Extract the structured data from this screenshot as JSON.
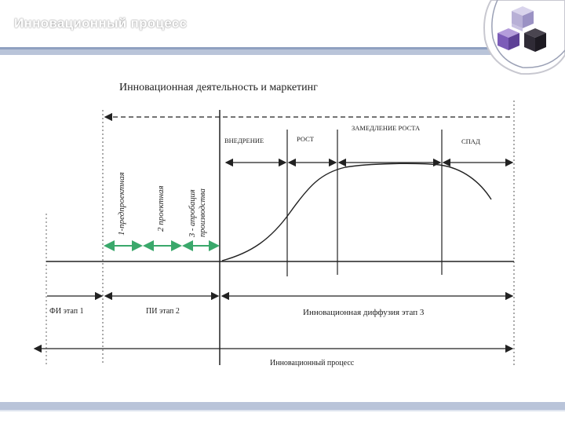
{
  "slide": {
    "title": "Инновационный процесс"
  },
  "diagram": {
    "main_title": "Инновационная деятельность и маркетинг",
    "lifecycle_stages": [
      "ВНЕДРЕНИЕ",
      "РОСТ",
      "ЗАМЕДЛЕНИЕ РОСТА",
      "СПАД"
    ],
    "sub_stages": [
      "1-предпроектная",
      "2 проектная",
      "3 - апробация производства"
    ],
    "phase_labels": [
      "ФИ этап 1",
      "ПИ этап 2",
      "Инновационная диффузия этап 3"
    ],
    "bottom_label": "Инновационный процесс",
    "colors": {
      "accent_green": "#3aa86b",
      "header_band": "#b9c4d9",
      "logo_purple": "#6a4fa0",
      "logo_dark": "#2a2730"
    }
  }
}
